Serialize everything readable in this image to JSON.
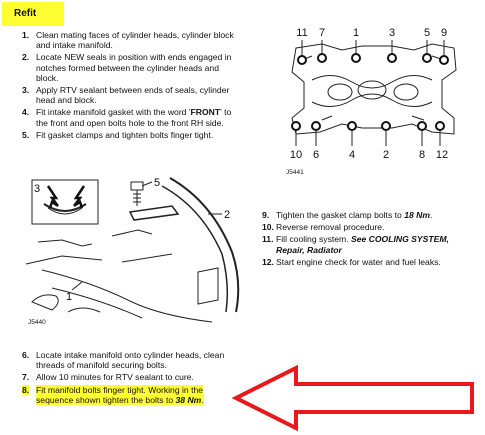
{
  "heading": "Refit",
  "steps_top": [
    {
      "num": "1.",
      "text": "Clean mating faces of cylinder heads, cylinder block and intake manifold."
    },
    {
      "num": "2.",
      "text": "Locate NEW seals in position with ends engaged in notches formed between the cylinder heads and block."
    },
    {
      "num": "3.",
      "text": "Apply RTV sealant between ends of seals, cylinder head and block."
    },
    {
      "num": "4.",
      "text_a": "Fit intake manifold gasket with the word '",
      "text_b": "FRONT",
      "text_c": "' to the front and open bolts hole to the front RH side."
    },
    {
      "num": "5.",
      "text": "Fit gasket clamps and tighten bolts finger tight."
    }
  ],
  "steps_right": [
    {
      "num": "9.",
      "text_a": "Tighten the gasket clamp bolts to ",
      "text_b": "18 Nm",
      "text_c": "."
    },
    {
      "num": "10.",
      "text": "Reverse removal procedure."
    },
    {
      "num": "11.",
      "text_a": "Fill cooling system. ",
      "text_b": "See COOLING SYSTEM, Repair,  Radiator"
    },
    {
      "num": "12.",
      "text": "Start engine check for water and fuel leaks."
    }
  ],
  "steps_bottom": [
    {
      "num": "6.",
      "text": "Locate intake manifold onto cylinder heads, clean threads of manifold securing bolts."
    },
    {
      "num": "7.",
      "text": "Allow 10 minutes for RTV sealant to cure."
    },
    {
      "num": "8.",
      "text_a": "Fit manifold bolts finger tight. Working in the sequence shown tighten the bolts to ",
      "text_b": "38 Nm",
      "text_c": "."
    }
  ],
  "figure_top": {
    "code": "J5441",
    "top_labels": [
      "11",
      "7",
      "1",
      "3",
      "5",
      "9"
    ],
    "bottom_labels": [
      "10",
      "6",
      "4",
      "2",
      "8",
      "12"
    ]
  },
  "figure_left": {
    "code": "J5440",
    "labels": [
      "3",
      "5",
      "2",
      "1"
    ]
  },
  "colors": {
    "highlight": "#ffff33",
    "arrow": "#e8191c"
  }
}
